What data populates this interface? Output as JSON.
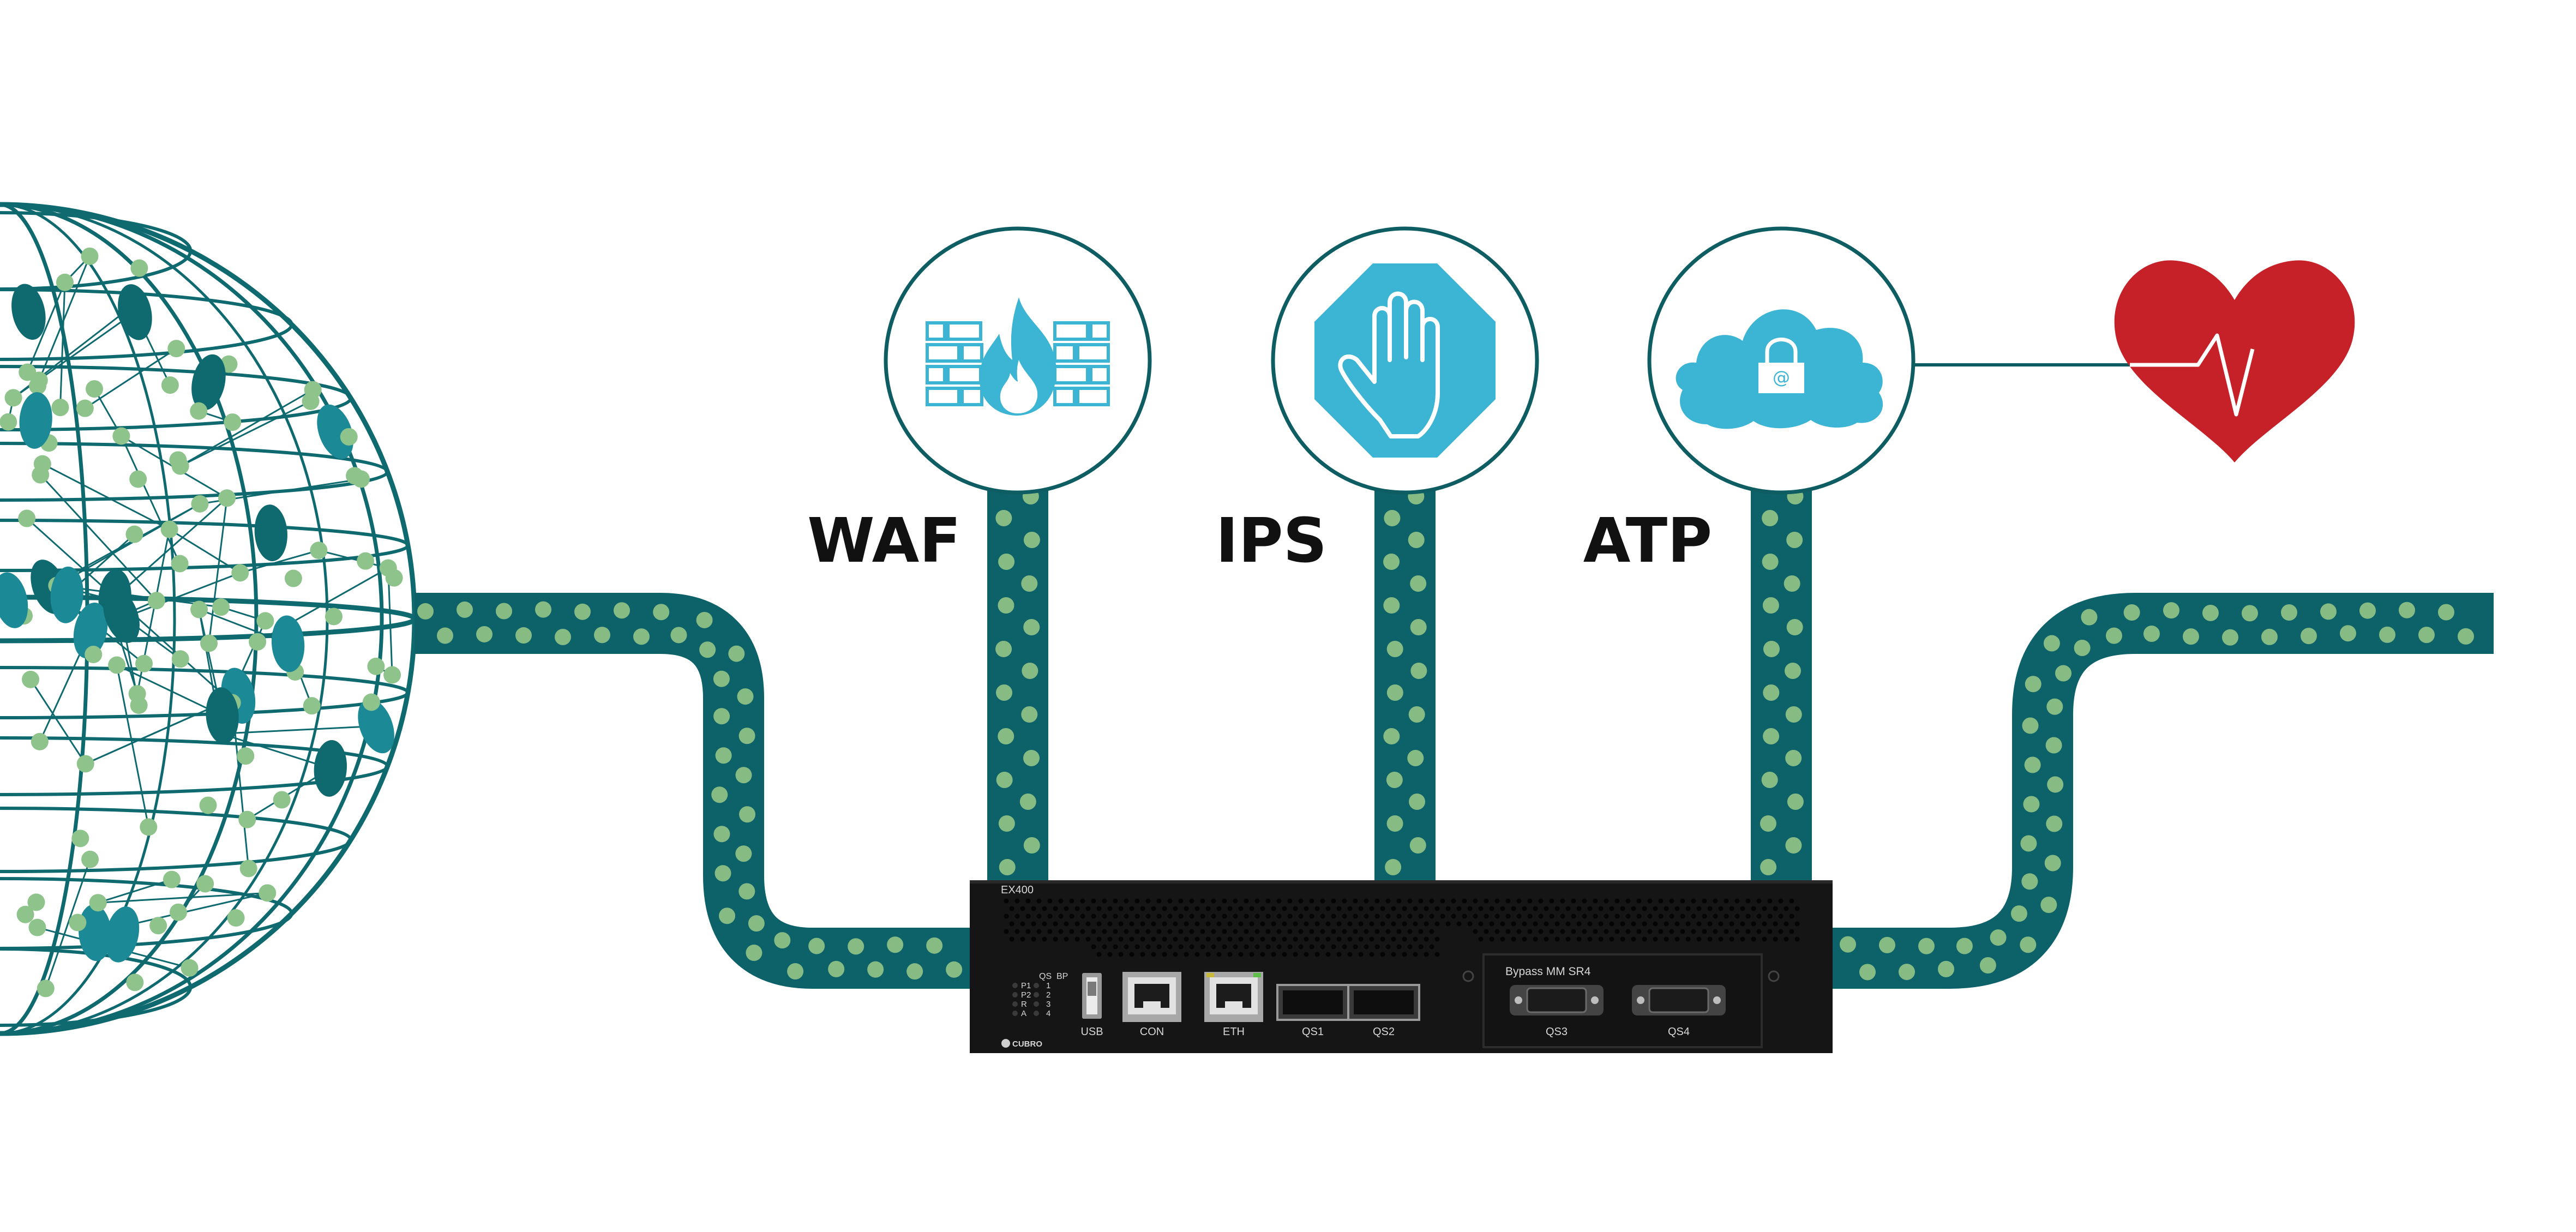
{
  "colors": {
    "pipe": "#0d6269",
    "pipe_dot": "#86bc84",
    "globe_line": "#0f6a70",
    "globe_node_light": "#8ec38b",
    "globe_node_dark": "#1c8a96",
    "circle_stroke": "#0d5d62",
    "icon_fill": "#3cb4d4",
    "heart": "#c62128",
    "device": "#151515",
    "background": "#ffffff"
  },
  "labels": {
    "waf": "WAF",
    "ips": "IPS",
    "atp": "ATP"
  },
  "services": [
    {
      "key": "waf",
      "icon": "firewall-flame-icon"
    },
    {
      "key": "ips",
      "icon": "stop-hand-icon"
    },
    {
      "key": "atp",
      "icon": "cloud-lock-icon"
    }
  ],
  "health_icon": "heart-pulse-icon",
  "device": {
    "model": "EX400",
    "brand": "CUBRO",
    "led_header": [
      "QS",
      "BP"
    ],
    "led_rows": [
      [
        "P1",
        "1"
      ],
      [
        "P2",
        "2"
      ],
      [
        "R",
        "3"
      ],
      [
        "A",
        "4"
      ]
    ],
    "ports": {
      "usb": "USB",
      "con": "CON",
      "eth": "ETH",
      "qs1": "QS1",
      "qs2": "QS2",
      "bypass_title": "Bypass MM SR4",
      "qs3": "QS3",
      "qs4": "QS4"
    }
  }
}
